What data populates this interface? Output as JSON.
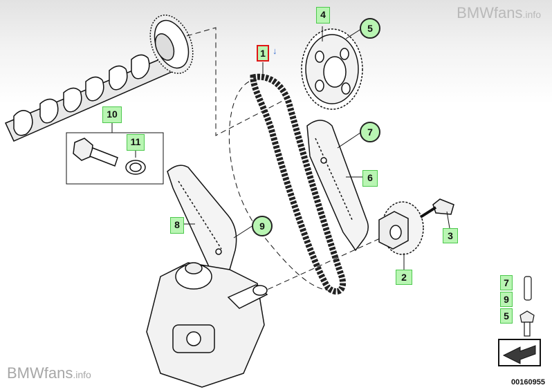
{
  "watermark": {
    "brand": "BMWfans",
    "suffix": ".info"
  },
  "document_number": "00160955",
  "callouts": [
    {
      "id": "c1",
      "label": "1",
      "style": "red"
    },
    {
      "id": "c2",
      "label": "2",
      "style": "square"
    },
    {
      "id": "c3",
      "label": "3",
      "style": "square"
    },
    {
      "id": "c4",
      "label": "4",
      "style": "square"
    },
    {
      "id": "c5",
      "label": "5",
      "style": "circle"
    },
    {
      "id": "c6",
      "label": "6",
      "style": "square"
    },
    {
      "id": "c7",
      "label": "7",
      "style": "circle"
    },
    {
      "id": "c8",
      "label": "8",
      "style": "square"
    },
    {
      "id": "c9",
      "label": "9",
      "style": "circle"
    },
    {
      "id": "c10",
      "label": "10",
      "style": "square"
    },
    {
      "id": "c11",
      "label": "11",
      "style": "square"
    }
  ],
  "legend": [
    {
      "label": "7"
    },
    {
      "label": "9"
    },
    {
      "label": "5"
    }
  ],
  "icons": {
    "note": "arrow-down-note-icon",
    "navigation": "back-arrow-icon"
  }
}
